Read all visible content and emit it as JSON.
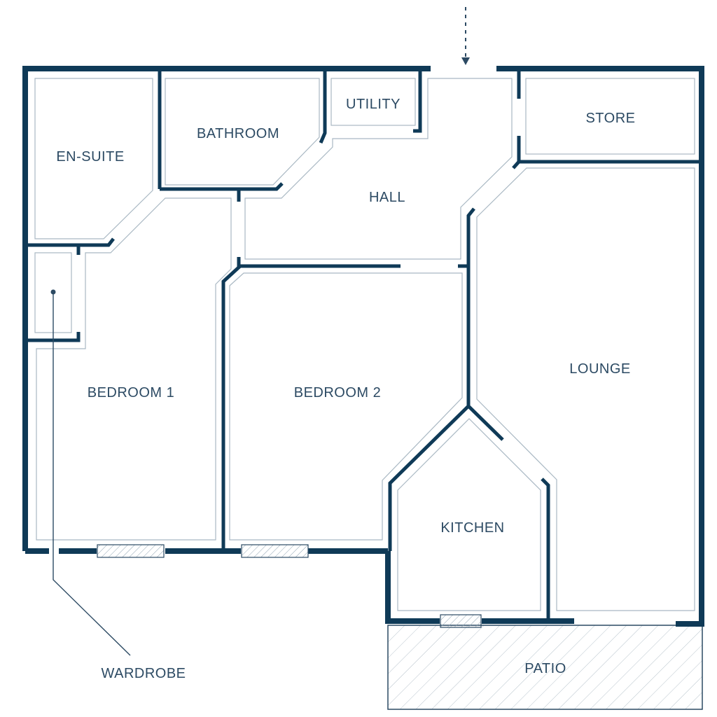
{
  "rooms": {
    "en_suite": "EN-SUITE",
    "bathroom": "BATHROOM",
    "utility": "UTILITY",
    "store": "STORE",
    "hall": "HALL",
    "bedroom1": "BEDROOM 1",
    "bedroom2": "BEDROOM 2",
    "lounge": "LOUNGE",
    "kitchen": "KITCHEN",
    "patio": "PATIO"
  },
  "callouts": {
    "wardrobe": "WARDROBE"
  },
  "colors": {
    "wall": "#0f3a57",
    "text": "#2c4a63",
    "inner_outline": "#a9b8c3",
    "background": "#ffffff"
  }
}
